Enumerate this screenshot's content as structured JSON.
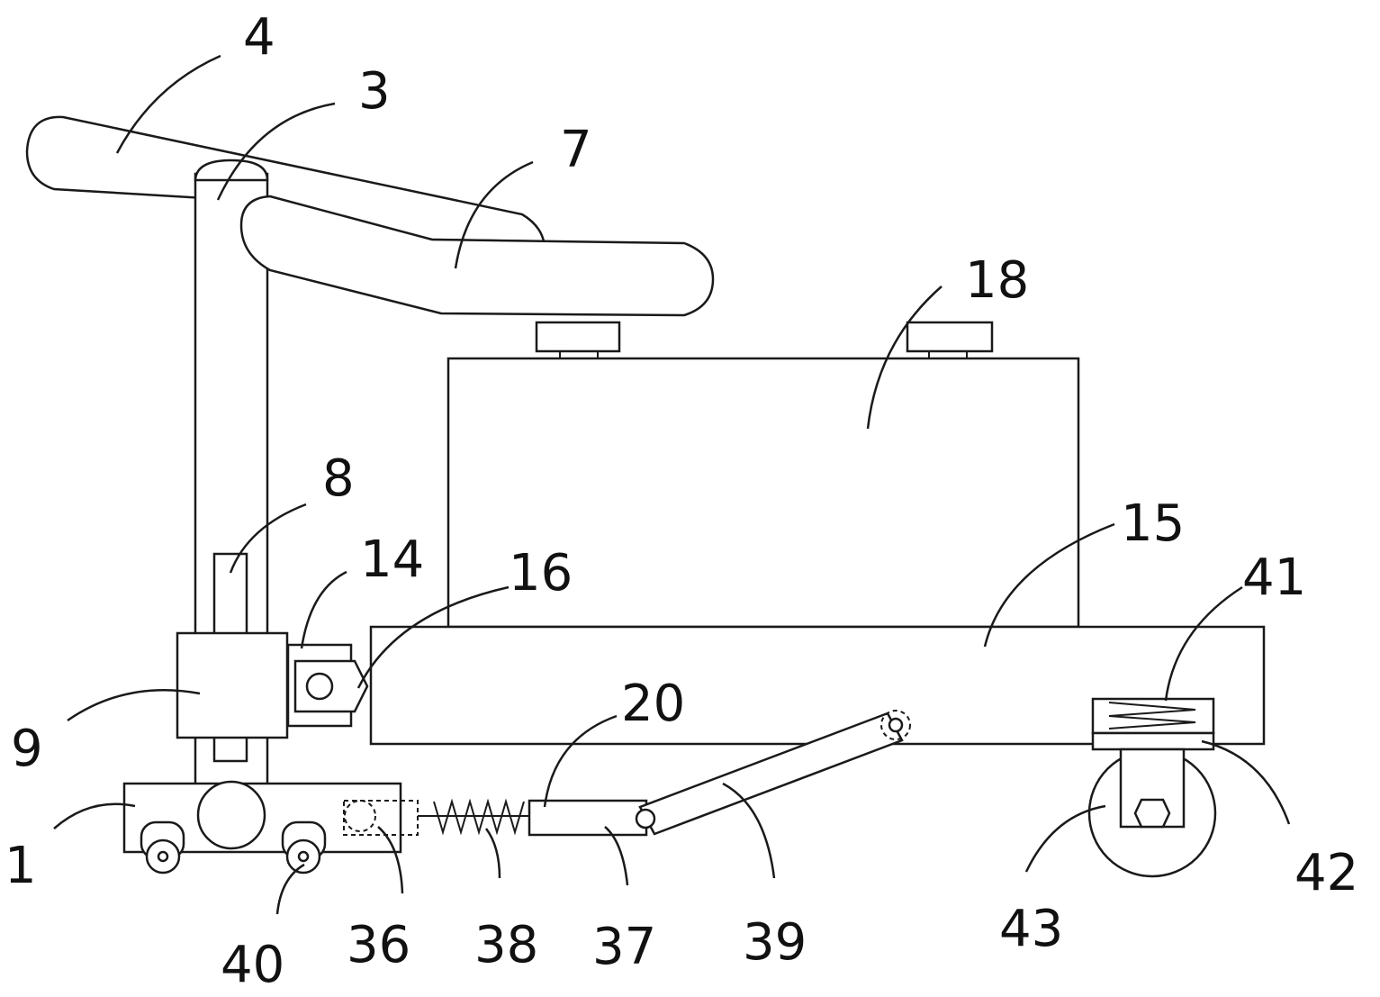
{
  "diagram": {
    "labels": {
      "n1": "1",
      "n3": "3",
      "n4": "4",
      "n7": "7",
      "n8": "8",
      "n9": "9",
      "n14": "14",
      "n15": "15",
      "n16": "16",
      "n18": "18",
      "n20": "20",
      "n36": "36",
      "n37": "37",
      "n38": "38",
      "n39": "39",
      "n40": "40",
      "n41": "41",
      "n42": "42",
      "n43": "43"
    }
  }
}
